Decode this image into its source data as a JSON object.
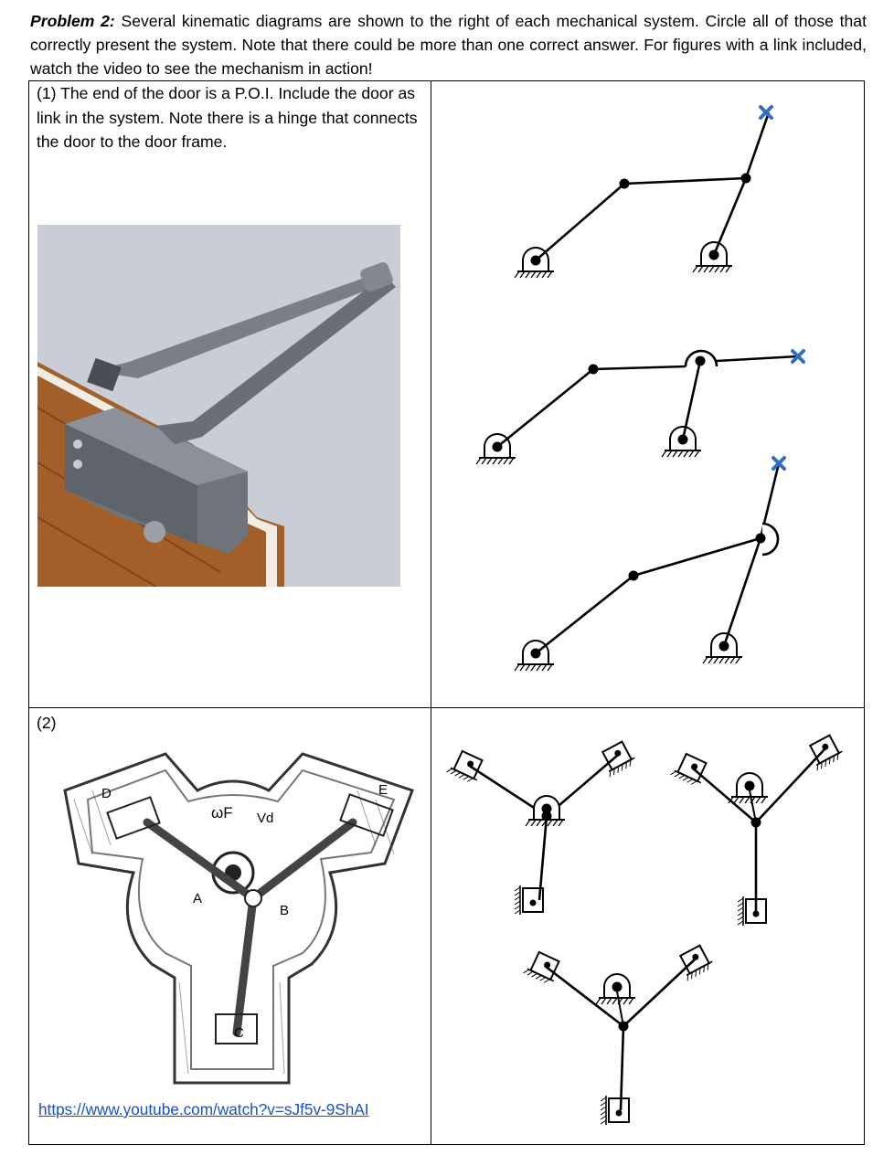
{
  "problem": {
    "label": "Problem 2:",
    "text": "Several kinematic diagrams are shown to the right of each mechanical system. Circle all of those that correctly present the system. Note that there could be more than one correct answer. For figures with a link included, watch the video to see the mechanism in action!"
  },
  "row1": {
    "text": "(1) The end of the door is a P.O.I. Include the door as link in the system. Note there is a hinge that connects the door to the door frame.",
    "photo_caption": "door closer mechanism photo"
  },
  "row2": {
    "label": "(2)",
    "sketch_labels": [
      "D",
      "E",
      "A",
      "B",
      "C",
      "ωF",
      "Vd"
    ],
    "link": "https://www.youtube.com/watch?v=sJf5v-9ShAI"
  },
  "colors": {
    "poi_marker": "#2f6fbd",
    "link_text": "#1a4fd0",
    "wood": "#a5612a",
    "wall": "#d9dde4"
  }
}
